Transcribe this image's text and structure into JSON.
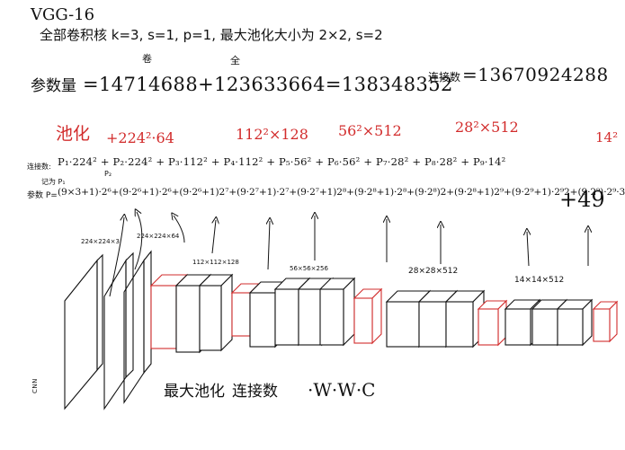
{
  "header": {
    "title": "VGG-16",
    "line1": "全部卷积核 k=3, s=1, p=1, 最大池化大小为 2×2, s=2",
    "label_juan": "卷",
    "label_quan": "全"
  },
  "param_line": {
    "label": "参数量",
    "expr": "=14714688+123633664=138348352",
    "conn_label": "连接数",
    "conn_value": "=13670924288"
  },
  "pool_row": {
    "pool_label": "池化",
    "terms": [
      "+224²·64",
      "112²×128",
      "56²×512",
      "28²×512",
      "14²"
    ]
  },
  "conn_row": {
    "label": "连接数:",
    "expr": "P₁·224² + P₂·224² + P₃·112² + P₄·112² + P₅·56² + P₆·56² + P₇·28² + P₈·28² + P₉·14²"
  },
  "notes": {
    "note_p": "记为 P₁",
    "note_p2": "P₂"
  },
  "param_row": {
    "label": "参数 P=",
    "expr": "(9×3+1)·2⁶+(9·2⁶+1)·2⁶+(9·2⁶+1)2⁷+(9·2⁷+1)·2⁷+(9·2⁷+1)2⁸+(9·2⁸+1)·2⁸+(9·2⁸)2+(9·2⁸+1)2⁹+(9·2⁹+1)·2⁹2+(9·2⁹)·2⁹·3",
    "tail": "+49"
  },
  "diagram_labels": {
    "in": "224×224×3",
    "c1": "224×224×64",
    "c2": "112×112×128",
    "c3": "56×56×256",
    "c4": "28×28×512",
    "c5": "14×14×512"
  },
  "bottom": {
    "text1": "最大池化",
    "text2": "连接数",
    "formula": "·W·W·C"
  },
  "side_text": "CNN",
  "colors": {
    "ink": "#111111",
    "red": "#d22c2c"
  }
}
